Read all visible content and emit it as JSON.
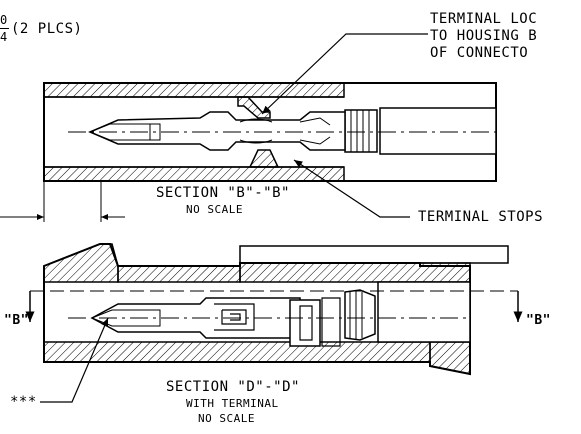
{
  "labels": {
    "fraction_numerator": "0",
    "fraction_denominator": "4",
    "fraction_suffix": "(2 PLCS)",
    "callout_line1": "TERMINAL LOC",
    "callout_line2": "TO HOUSING B",
    "callout_line3": "OF CONNECTO",
    "section_b_title": "SECTION \"B\"-\"B\"",
    "section_b_note": "NO SCALE",
    "terminal_stops": "TERMINAL STOPS",
    "cut_marker_left": "\"B\"",
    "cut_marker_right": "\"B\"",
    "section_d_title": "SECTION \"D\"-\"D\"",
    "section_d_note1": "WITH TERMINAL",
    "section_d_note2": "NO SCALE",
    "asterisk_callout": "***"
  }
}
